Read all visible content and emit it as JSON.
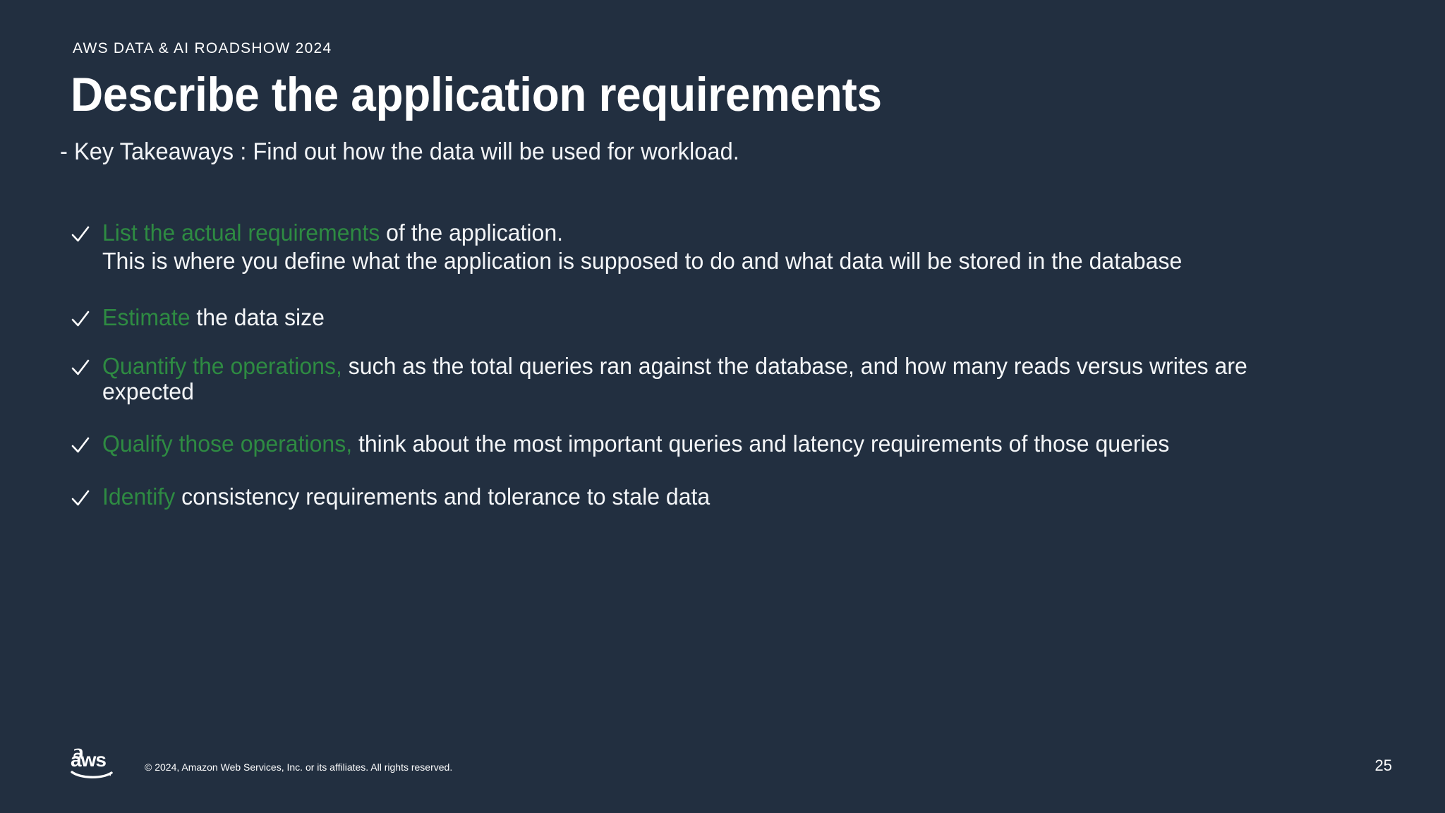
{
  "theme": {
    "background": "#222f40",
    "text": "#f4f6f8",
    "accent_green": "#2e8b42"
  },
  "header": {
    "eyebrow": "AWS DATA & AI ROADSHOW 2024",
    "title": "Describe the application requirements",
    "subtitle": "- Key Takeaways  : Find out how the data will be used for workload."
  },
  "bullets": [
    {
      "icon": "check-icon",
      "accent": "List the actual requirements",
      "rest": " of the application.",
      "body": "This is where you define what the application is supposed to do and what data will be stored in the database"
    },
    {
      "icon": "check-icon",
      "accent": "Estimate",
      "rest": " the data size",
      "body": ""
    },
    {
      "icon": "check-icon",
      "accent": "Quantify the operations,",
      "rest": " such as the total queries ran against the database, and how many reads versus writes are expected",
      "body": ""
    },
    {
      "icon": "check-icon",
      "accent": "Qualify those operations,",
      "rest": " think about the most important queries and latency requirements of those queries",
      "body": ""
    },
    {
      "icon": "check-icon",
      "accent": "Identify",
      "rest": " consistency requirements and tolerance to stale data",
      "body": ""
    }
  ],
  "footer": {
    "logo": "aws-logo",
    "copyright": "© 2024, Amazon Web Services, Inc. or its affiliates. All rights reserved.",
    "page_number": "25"
  }
}
